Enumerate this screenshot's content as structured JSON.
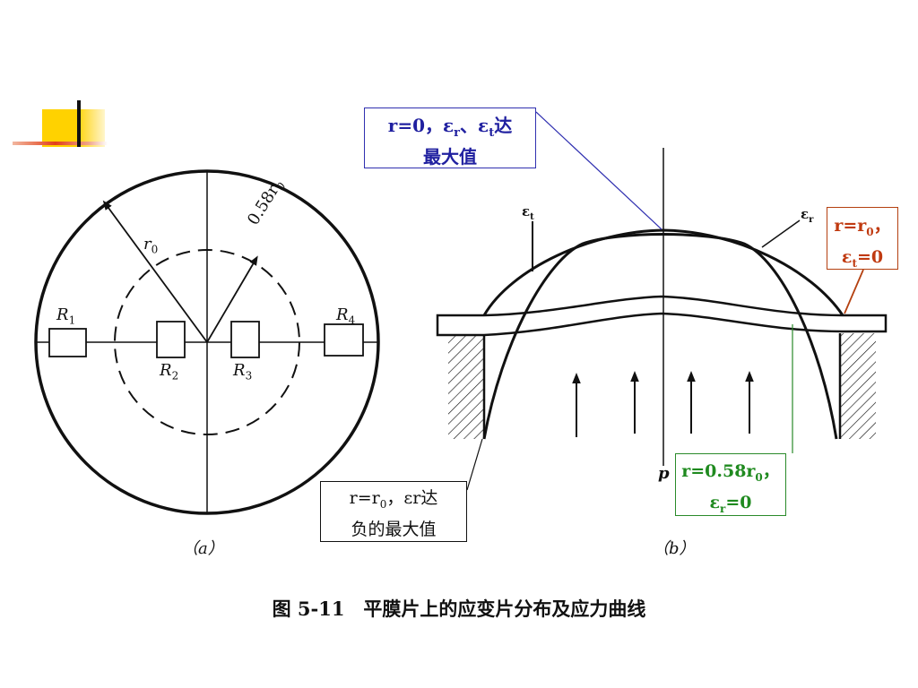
{
  "callouts": {
    "top": {
      "line1_prefix": "r=0，",
      "line1_eps1": "ε",
      "line1_sub1": "r",
      "line1_mid": "、",
      "line1_eps2": "ε",
      "line1_sub2": "t",
      "line1_suffix": "达",
      "line2": "最大值"
    },
    "right": {
      "line1_prefix": "r=r",
      "line1_sub": "0",
      "line1_suffix": "，",
      "line2_eps": "ε",
      "line2_sub": "t",
      "line2_suffix": "=0"
    },
    "green": {
      "line1_prefix": "r=0.58r",
      "line1_sub": "0",
      "line1_suffix": "，",
      "line2_eps": "ε",
      "line2_sub": "r",
      "line2_suffix": "=0"
    },
    "black": {
      "line1_prefix": "r=r",
      "line1_sub": "0",
      "line1_suffix": "，εr达",
      "line2": "负的最大值"
    }
  },
  "figure_a": {
    "r0_label": "r",
    "r0_sub": "0",
    "radius_label": "0.58r",
    "radius_sub": "0",
    "resistors": [
      {
        "label": "R",
        "sub": "1"
      },
      {
        "label": "R",
        "sub": "2"
      },
      {
        "label": "R",
        "sub": "3"
      },
      {
        "label": "R",
        "sub": "4"
      }
    ],
    "sublabel": "（a）"
  },
  "figure_b": {
    "eps_t_label": "ε",
    "eps_t_sub": "t",
    "eps_r_label": "ε",
    "eps_r_sub": "r",
    "p_label": "p",
    "sublabel": "（b）"
  },
  "caption": "图 5-11　平膜片上的应变片分布及应力曲线",
  "colors": {
    "blue": "#2020a0",
    "orange": "#c03a10",
    "green": "#1f8a1f"
  }
}
